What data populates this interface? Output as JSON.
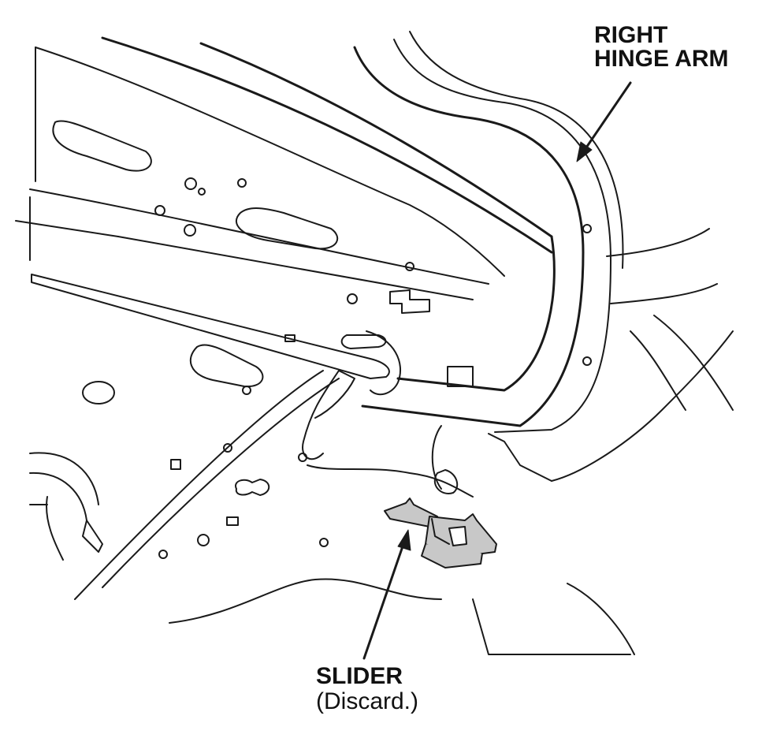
{
  "labels": {
    "right_hinge_arm": {
      "line1": "RIGHT",
      "line2": "HINGE ARM"
    },
    "slider": {
      "name": "SLIDER",
      "note": "(Discard.)"
    }
  },
  "colors": {
    "line": "#1a1a1a",
    "fill": "#ffffff",
    "part_fill": "#c8c8c8"
  }
}
